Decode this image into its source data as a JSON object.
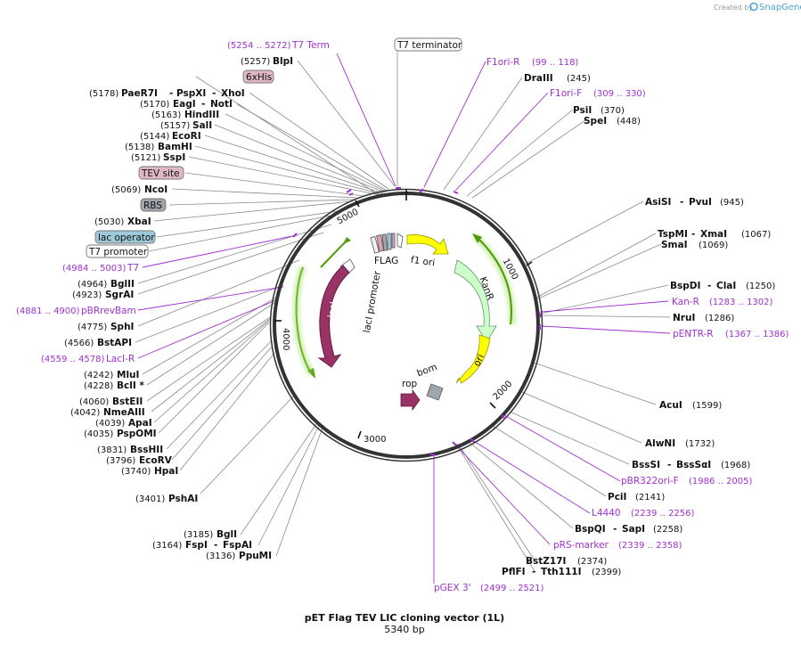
{
  "brand": {
    "created_by": "Created by",
    "name": "SnapGene"
  },
  "title": "pET Flag TEV LIC cloning vector (1L)",
  "length_label": "5340 bp",
  "plasmid_length": 5340,
  "colors": {
    "primer": "#a030d0",
    "site": "#111111",
    "ori": "#ffff00",
    "rop": "#993366",
    "lacI": "#993366",
    "kanR": "#ccffcc",
    "arrow_green": "#4e9a06",
    "flag": "#e0a0b0"
  },
  "ticks": [
    "1000",
    "2000",
    "3000",
    "4000",
    "5000"
  ],
  "enzymes": [
    {
      "name": "BlpI",
      "pos": "(5257)"
    },
    {
      "name": "PaeR7I",
      "name2": "PspXI",
      "name3": "XhoI",
      "pos": "(5178)"
    },
    {
      "name": "EagI",
      "name2": "NotI",
      "pos": "(5170)"
    },
    {
      "name": "HindIII",
      "pos": "(5163)"
    },
    {
      "name": "SalI",
      "pos": "(5157)"
    },
    {
      "name": "EcoRI",
      "pos": "(5144)"
    },
    {
      "name": "BamHI",
      "pos": "(5138)"
    },
    {
      "name": "SspI",
      "pos": "(5121)"
    },
    {
      "name": "NcoI",
      "pos": "(5069)"
    },
    {
      "name": "XbaI",
      "pos": "(5030)"
    },
    {
      "name": "BglII",
      "pos": "(4964)"
    },
    {
      "name": "SgrAI",
      "pos": "(4923)"
    },
    {
      "name": "SphI",
      "pos": "(4775)"
    },
    {
      "name": "BstAPI",
      "pos": "(4566)"
    },
    {
      "name": "MluI",
      "pos": "(4242)"
    },
    {
      "name": "BclI *",
      "pos": "(4228)"
    },
    {
      "name": "BstEII",
      "pos": "(4060)"
    },
    {
      "name": "NmeAIII",
      "pos": "(4042)"
    },
    {
      "name": "ApaI",
      "pos": "(4039)"
    },
    {
      "name": "PspOMI",
      "pos": "(4035)"
    },
    {
      "name": "BssHII",
      "pos": "(3831)"
    },
    {
      "name": "EcoRV",
      "pos": "(3796)"
    },
    {
      "name": "HpaI",
      "pos": "(3740)"
    },
    {
      "name": "PshAI",
      "pos": "(3401)"
    },
    {
      "name": "BglI",
      "pos": "(3185)"
    },
    {
      "name": "FspI",
      "name2": "FspAI",
      "pos": "(3164)"
    },
    {
      "name": "PpuMI",
      "pos": "(3136)"
    },
    {
      "name": "DraIII",
      "pos": "(245)"
    },
    {
      "name": "PsiI",
      "pos": "(370)"
    },
    {
      "name": "SpeI",
      "pos": "(448)"
    },
    {
      "name": "AsiSI",
      "name2": "PvuI",
      "pos": "(945)"
    },
    {
      "name": "TspMI",
      "name2": "XmaI",
      "pos": "(1067)"
    },
    {
      "name": "SmaI",
      "pos": "(1069)"
    },
    {
      "name": "BspDI",
      "name2": "ClaI",
      "pos": "(1250)"
    },
    {
      "name": "NruI",
      "pos": "(1286)"
    },
    {
      "name": "AcuI",
      "pos": "(1599)"
    },
    {
      "name": "AlwNI",
      "pos": "(1732)"
    },
    {
      "name": "BssSI",
      "name2": "BssSαI",
      "pos": "(1968)"
    },
    {
      "name": "PciI",
      "pos": "(2141)"
    },
    {
      "name": "BspQI",
      "name2": "SapI",
      "pos": "(2258)"
    },
    {
      "name": "BstZ17I",
      "pos": "(2374)"
    },
    {
      "name": "PflFI",
      "name2": "Tth111I",
      "pos": "(2399)"
    }
  ],
  "primers": [
    {
      "name": "T7 Term",
      "pos": "(5254 .. 5272)"
    },
    {
      "name": "T7",
      "pos": "(4984 .. 5003)"
    },
    {
      "name": "pBRrevBam",
      "pos": "(4881 .. 4900)"
    },
    {
      "name": "LacI-R",
      "pos": "(4559 .. 4578)"
    },
    {
      "name": "F1ori-R",
      "pos": "(99 .. 118)"
    },
    {
      "name": "F1ori-F",
      "pos": "(309 .. 330)"
    },
    {
      "name": "Kan-R",
      "pos": "(1283 .. 1302)"
    },
    {
      "name": "pENTR-R",
      "pos": "(1367 .. 1386)"
    },
    {
      "name": "pBR322ori-F",
      "pos": "(1986 .. 2005)"
    },
    {
      "name": "L4440",
      "pos": "(2239 .. 2256)"
    },
    {
      "name": "pRS-marker",
      "pos": "(2339 .. 2358)"
    },
    {
      "name": "pGEX 3'",
      "pos": "(2499 .. 2521)"
    }
  ],
  "boxed_features": [
    "T7 terminator",
    "6xHis",
    "TEV site",
    "RBS",
    "lac operator",
    "T7 promoter"
  ],
  "features": [
    "FLAG",
    "f1 ori",
    "KanR",
    "ori",
    "bom",
    "rop",
    "lacI",
    "lacI promoter"
  ]
}
